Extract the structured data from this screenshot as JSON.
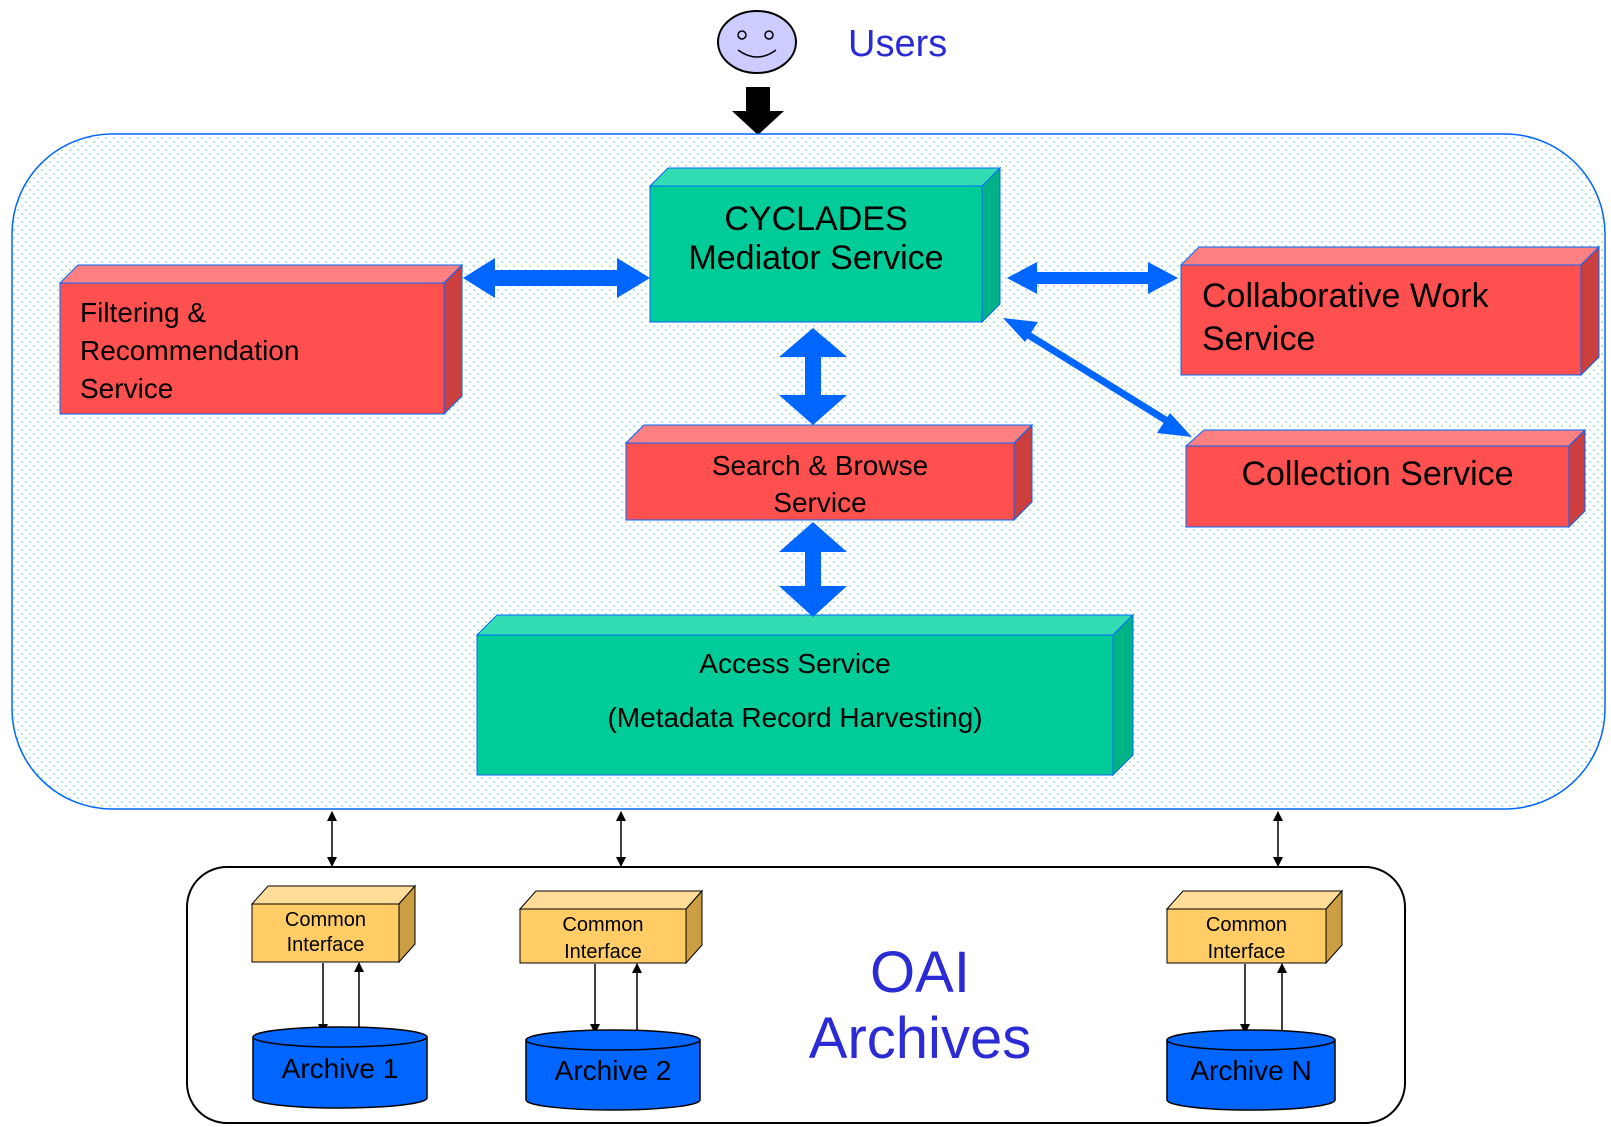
{
  "users": {
    "label": "Users"
  },
  "services": {
    "mediator": {
      "line1": "CYCLADES",
      "line2": "Mediator Service"
    },
    "filtering": {
      "line1": "Filtering &",
      "line2": "Recommendation",
      "line3": "Service"
    },
    "collaborative": {
      "line1": "Collaborative Work",
      "line2": "Service"
    },
    "collection": {
      "label": "Collection Service"
    },
    "search": {
      "line1": "Search & Browse",
      "line2": "Service"
    },
    "access": {
      "line1": "Access Service",
      "line2": "(Metadata Record Harvesting)"
    }
  },
  "oai": {
    "title_line1": "OAI",
    "title_line2": "Archives",
    "interfaces": [
      {
        "line1": "Common",
        "line2": "Interface"
      },
      {
        "line1": "Common",
        "line2": "Interface"
      },
      {
        "line1": "Common",
        "line2": "Interface"
      }
    ],
    "archives": [
      {
        "label": "Archive 1"
      },
      {
        "label": "Archive 2"
      },
      {
        "label": "Archive N"
      }
    ]
  },
  "colors": {
    "red_box": "#ff5050",
    "green_box": "#00cc99",
    "yellow_box": "#ffcc66",
    "archive_blue": "#0066ff",
    "arrow_blue": "#0066ff",
    "title_blue": "#2b2bd6",
    "face_fill": "#ccccff"
  }
}
